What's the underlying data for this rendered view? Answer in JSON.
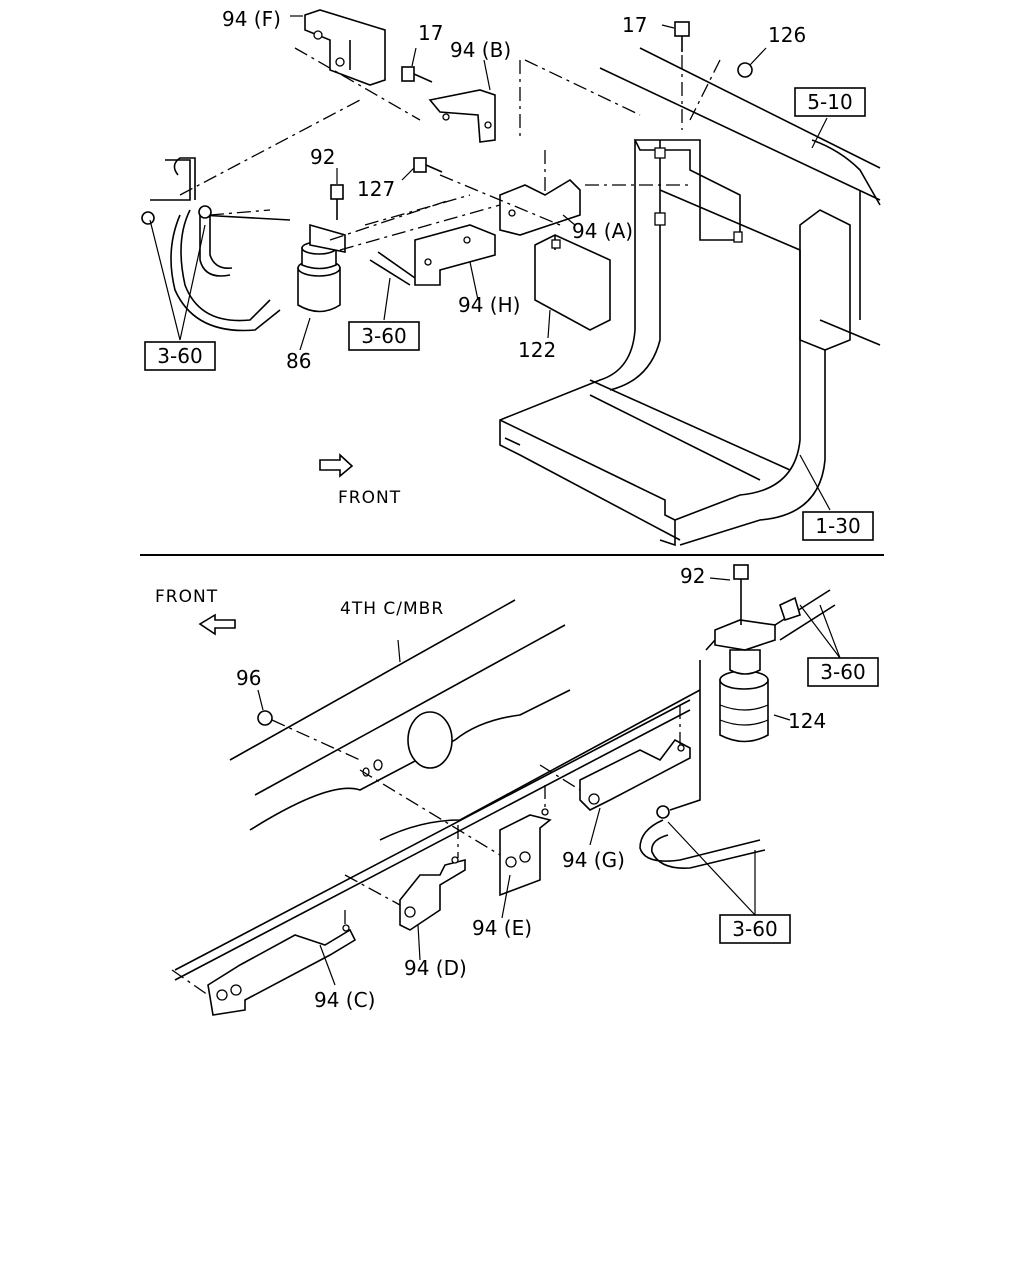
{
  "upper_view": {
    "callouts": {
      "p94f": "94 (F)",
      "p17a": "17",
      "p94b": "94 (B)",
      "p17b": "17",
      "p126": "126",
      "p92": "92",
      "p127": "127",
      "p94a": "94 (A)",
      "p94h": "94 (H)",
      "p122": "122",
      "p86": "86"
    },
    "ref_boxes": {
      "r510": "5-10",
      "r360a": "3-60",
      "r360b": "3-60",
      "r130": "1-30"
    },
    "front_label": "FRONT"
  },
  "lower_view": {
    "callouts": {
      "p92": "92",
      "p96": "96",
      "p124": "124",
      "p94g": "94 (G)",
      "p94e": "94 (E)",
      "p94d": "94 (D)",
      "p94c": "94 (C)"
    },
    "ref_boxes": {
      "r360c": "3-60",
      "r360d": "3-60"
    },
    "front_label": "FRONT",
    "member_label": "4TH C/MBR"
  }
}
